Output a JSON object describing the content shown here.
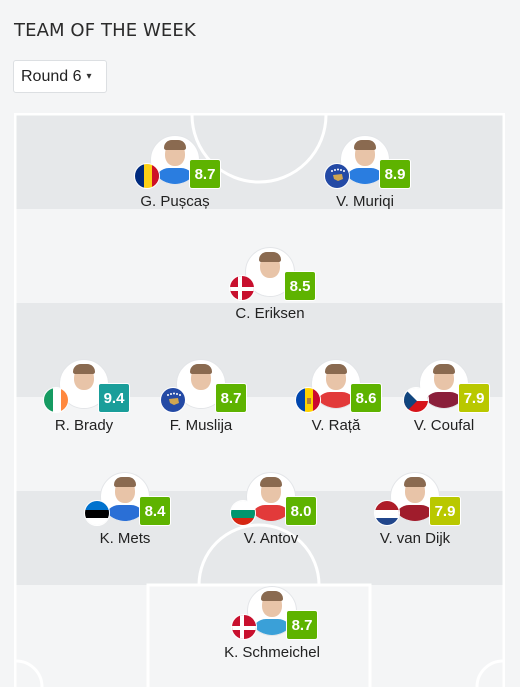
{
  "header": {
    "title": "TEAM OF THE WEEK"
  },
  "round_select": {
    "value": "Round 6",
    "caret": "▾"
  },
  "colors": {
    "rating_green": "#5eb300",
    "rating_teal": "#1a9e9a",
    "rating_yellowgreen": "#b9c800"
  },
  "players": [
    {
      "name": "G. Pușcaș",
      "rating": "8.7",
      "flag": "romania",
      "rating_color": "#5eb300",
      "shirt": "#2a7de0"
    },
    {
      "name": "V. Muriqi",
      "rating": "8.9",
      "flag": "kosovo",
      "rating_color": "#5eb300",
      "shirt": "#2a7de0"
    },
    {
      "name": "C. Eriksen",
      "rating": "8.5",
      "flag": "denmark",
      "rating_color": "#5eb300",
      "shirt": "#ffffff"
    },
    {
      "name": "R. Brady",
      "rating": "9.4",
      "flag": "ireland",
      "rating_color": "#1a9e9a",
      "shirt": "#ffffff"
    },
    {
      "name": "F. Muslija",
      "rating": "8.7",
      "flag": "kosovo",
      "rating_color": "#5eb300",
      "shirt": "#ffffff"
    },
    {
      "name": "V. Rață",
      "rating": "8.6",
      "flag": "moldova",
      "rating_color": "#5eb300",
      "shirt": "#e23a3a"
    },
    {
      "name": "V. Coufal",
      "rating": "7.9",
      "flag": "czech",
      "rating_color": "#b9c800",
      "shirt": "#8a1f3a"
    },
    {
      "name": "K. Mets",
      "rating": "8.4",
      "flag": "estonia",
      "rating_color": "#5eb300",
      "shirt": "#2a6fd6"
    },
    {
      "name": "V. Antov",
      "rating": "8.0",
      "flag": "bulgaria",
      "rating_color": "#5eb300",
      "shirt": "#e23a3a"
    },
    {
      "name": "V. van Dijk",
      "rating": "7.9",
      "flag": "netherlands",
      "rating_color": "#b9c800",
      "shirt": "#a01c2c"
    },
    {
      "name": "K. Schmeichel",
      "rating": "8.7",
      "flag": "denmark",
      "rating_color": "#5eb300",
      "shirt": "#3aa0d8"
    }
  ]
}
